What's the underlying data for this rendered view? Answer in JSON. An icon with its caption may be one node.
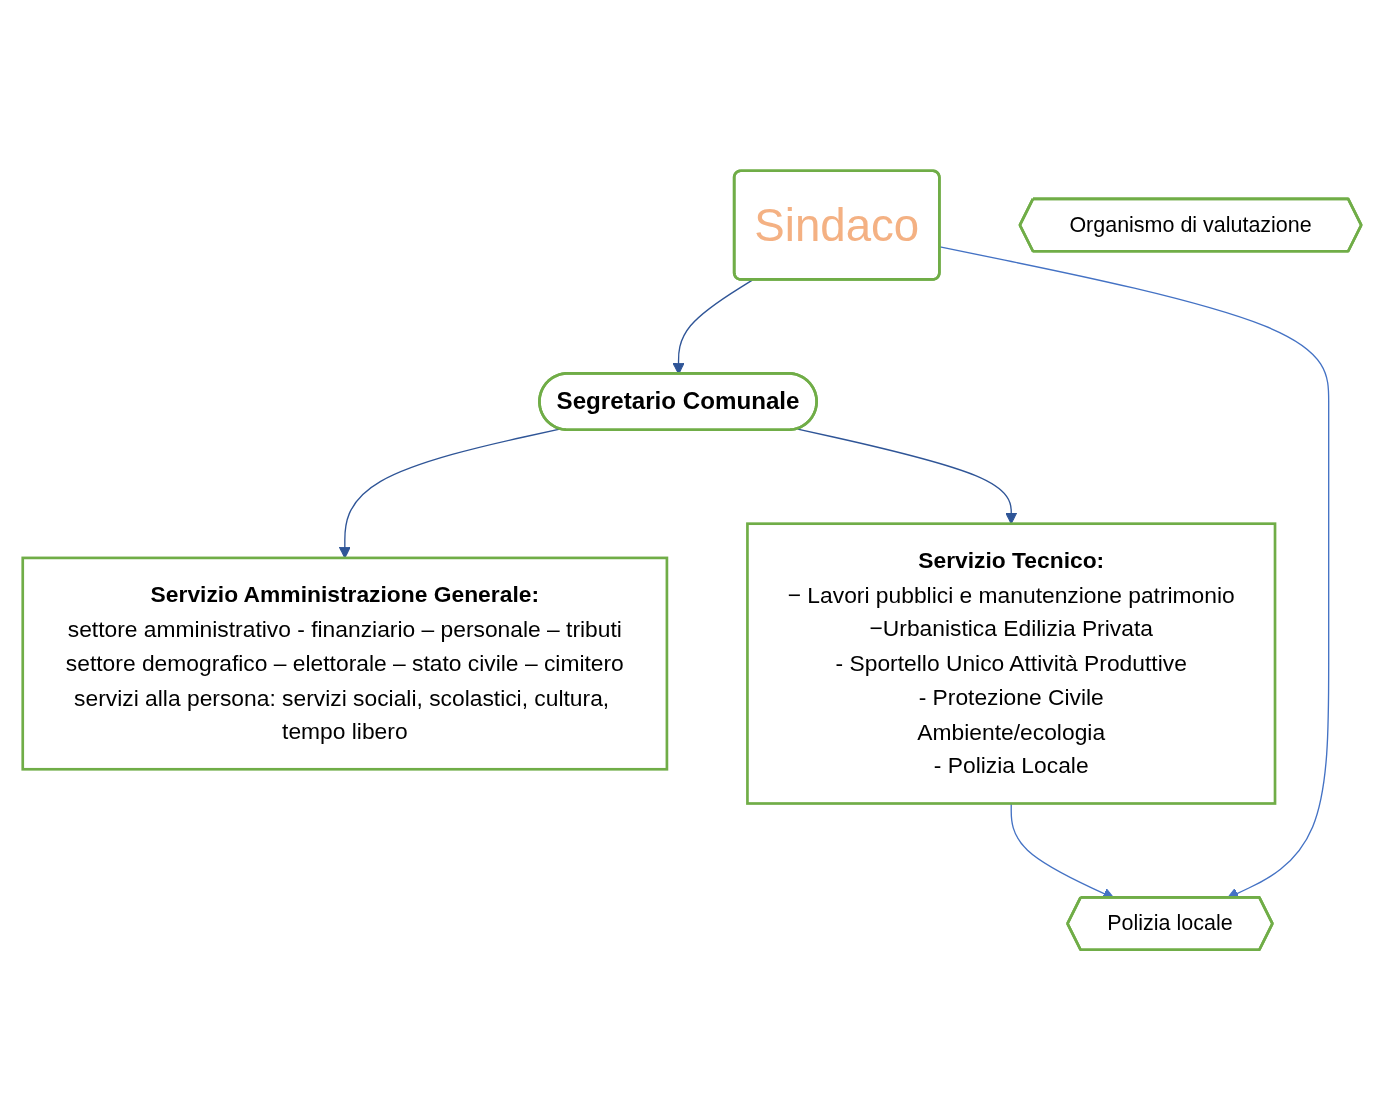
{
  "diagram": {
    "nodes": [
      {
        "text": [
          "Sindaco"
        ]
      },
      {
        "text": [
          "Organismo di valutazione"
        ]
      },
      {
        "text": [
          "Segretario Comunale"
        ]
      },
      {
        "text": [
          "Polizia locale"
        ]
      },
      {
        "text": [
          "Servizio Amministrazione Generale:",
          "settore amministrativo - finanziario – personale – tributi",
          "settore demografico – elettorale – stato civile – cimitero",
          "servizi alla persona: servizi sociali, scolastici, cultura, tempo libero"
        ]
      },
      {
        "text": [
          "Servizio Tecnico:",
          "− Lavori pubblici e manutenzione patrimonio",
          "−Urbanistica Edilizia Privata",
          "- Sportello Unico Attività Produttive",
          "-  Protezione Civile",
          "Ambiente/ecologia",
          "- Polizia Locale"
        ]
      }
    ],
    "edges": [
      {
        "from": 0,
        "to": 2,
        "arrow": "to",
        "color": "#2f5597"
      },
      {
        "from": 0,
        "to": 3,
        "arrow": "to",
        "color": "#4472c4"
      },
      {
        "from": 2,
        "to": 4,
        "arrow": "to",
        "color": "#2f5597"
      },
      {
        "from": 2,
        "to": 5,
        "arrow": "to",
        "color": "#2f5597"
      },
      {
        "from": 5,
        "to": 3,
        "arrow": "to",
        "color": "#4472c4"
      }
    ]
  }
}
